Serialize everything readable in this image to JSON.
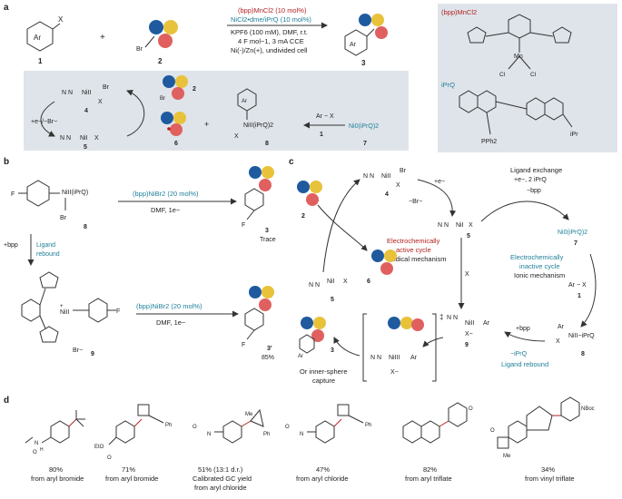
{
  "colors": {
    "red_label": "#b22222",
    "teal_label": "#1f7f9a",
    "panel_bg": "#dfe4ea",
    "ball_blue": "#1f5a9e",
    "ball_yellow": "#e8c23a",
    "ball_red": "#e06060"
  },
  "panel_a": {
    "label": "a",
    "reagent_red": "(bpp)MnCl2 (10 mol%)",
    "reagent_teal": "NiCl2•dme/iPrQ (10 mol%)",
    "cond1": "KPF6 (100 mM), DMF, r.t.",
    "cond2": "4 F mol−1, 3 mA CCE",
    "cond3": "Ni(-)/Zn(+), undivided cell",
    "n1": "1",
    "n2": "2",
    "n3": "3",
    "ar": "Ar",
    "x": "X",
    "br": "Br",
    "plus": "+",
    "mn_title": "(bpp)MnCl2",
    "mn": "Mn",
    "cl": "Cl",
    "prq_title": "iPrQ",
    "pph2": "PPh2",
    "ipr": "iPr",
    "cycle_n4": "4",
    "cycle_n5": "5",
    "cycle_n6": "6",
    "cycle_n7": "7",
    "cycle_n8": "8",
    "cycle_n1": "1",
    "cycle_n2": "2",
    "e_minus": "+e−/−Br−",
    "ni_ii": "NiII",
    "ni_i": "NiI",
    "ni0": "Ni0(iPrQ)2",
    "ni_ii_prq": "NiII(iPrQ)2",
    "arx": "Ar − X",
    "nn": "N N"
  },
  "panel_b": {
    "label": "b",
    "f": "F",
    "ni_prq": "NiII(iPrQ)",
    "br": "Br",
    "n8": "8",
    "bpp_add": "+bpp",
    "rebound": "Ligand rebound",
    "cond_a": "(bpp)NiBr2 (20 mol%)",
    "cond_b": "DMF, 1e−",
    "n3": "3",
    "trace": "Trace",
    "n9": "9",
    "ni_ii": "NiII",
    "br_minus": "Br−",
    "plus": "+",
    "n3p": "3′",
    "yield": "85%"
  },
  "panel_c": {
    "label": "c",
    "n2": "2",
    "n4": "4",
    "n5": "5",
    "n6": "6",
    "n7": "7",
    "n8": "8",
    "n9": "9",
    "n3": "3",
    "n1": "1",
    "e_in": "+e−",
    "br_out": "−Br−",
    "ligand_exchange": "Ligand exchange",
    "lx_detail": "+e−, 2 iPrQ",
    "minus_bpp": "−bpp",
    "ni0": "Ni0(iPrQ)2",
    "electro_active_1": "Electrochemically",
    "electro_active_2": "active cycle",
    "radical": "Radical mechanism",
    "electro_inactive_1": "Electrochemically",
    "electro_inactive_2": "inactive cycle",
    "ionic": "Ionic mechanism",
    "arx": "Ar − X",
    "ni_i": "NiI",
    "ni_ii": "NiII",
    "ni_iii": "NiIII",
    "ni_ii_prq": "NiII−iPrQ",
    "plus_bpp": "+bpp",
    "minus_prq": "−iPrQ",
    "rebound": "Ligand rebound",
    "inner_sphere_1": "Or inner-sphere",
    "inner_sphere_2": "capture",
    "dagger": "‡",
    "ar": "Ar",
    "x": "X",
    "x_minus": "X−",
    "br": "Br",
    "nn": "N N"
  },
  "panel_d": {
    "label": "d",
    "products": [
      {
        "yield": "80%",
        "source": "from aryl bromide"
      },
      {
        "yield": "71%",
        "source": "from aryl bromide",
        "ph": "Ph"
      },
      {
        "yield": "51% (13:1 d.r.)",
        "source": "Calibrated GC yield",
        "source2": "from aryl chloride",
        "me": "Me",
        "ph": "Ph"
      },
      {
        "yield": "47%",
        "source": "from aryl chloride",
        "ph": "Ph"
      },
      {
        "yield": "82%",
        "source": "from aryl triflate",
        "o": "O"
      },
      {
        "yield": "34%",
        "source": "from vinyl triflate",
        "nboc": "NBoc",
        "me": "Me"
      }
    ],
    "eto": "EtO",
    "n": "N",
    "h": "H",
    "o": "O"
  }
}
